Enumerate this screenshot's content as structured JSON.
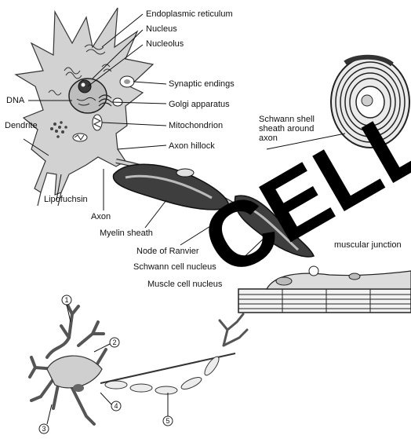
{
  "labels": {
    "endoplasmic_reticulum": "Endoplasmic reticulum",
    "nucleus": "Nucleus",
    "nucleolus": "Nucleolus",
    "synaptic_endings": "Synaptic endings",
    "dna": "DNA",
    "golgi": "Golgi apparatus",
    "dendrite": "Dendrite",
    "mitochondrion": "Mitochondrion",
    "axon_hillock": "Axon hillock",
    "schwann_shell": "Schwann shell\nsheath around\naxon",
    "lipofuchsin": "Lipofuchsin",
    "axon": "Axon",
    "myelin_sheath": "Myelin sheath",
    "node_of_ranvier": "Node of Ranvier",
    "schwann_cell_nucleus": "Schwann cell nucleus",
    "muscle_cell_nucleus": "Muscle cell nucleus",
    "neuromuscular_junction": "muscular junction"
  },
  "watermark": "CELL",
  "numbers": [
    "1",
    "2",
    "3",
    "4",
    "5"
  ],
  "colors": {
    "cell_fill": "#d2d2d2",
    "dark": "#222222",
    "sheath": "#444444"
  }
}
